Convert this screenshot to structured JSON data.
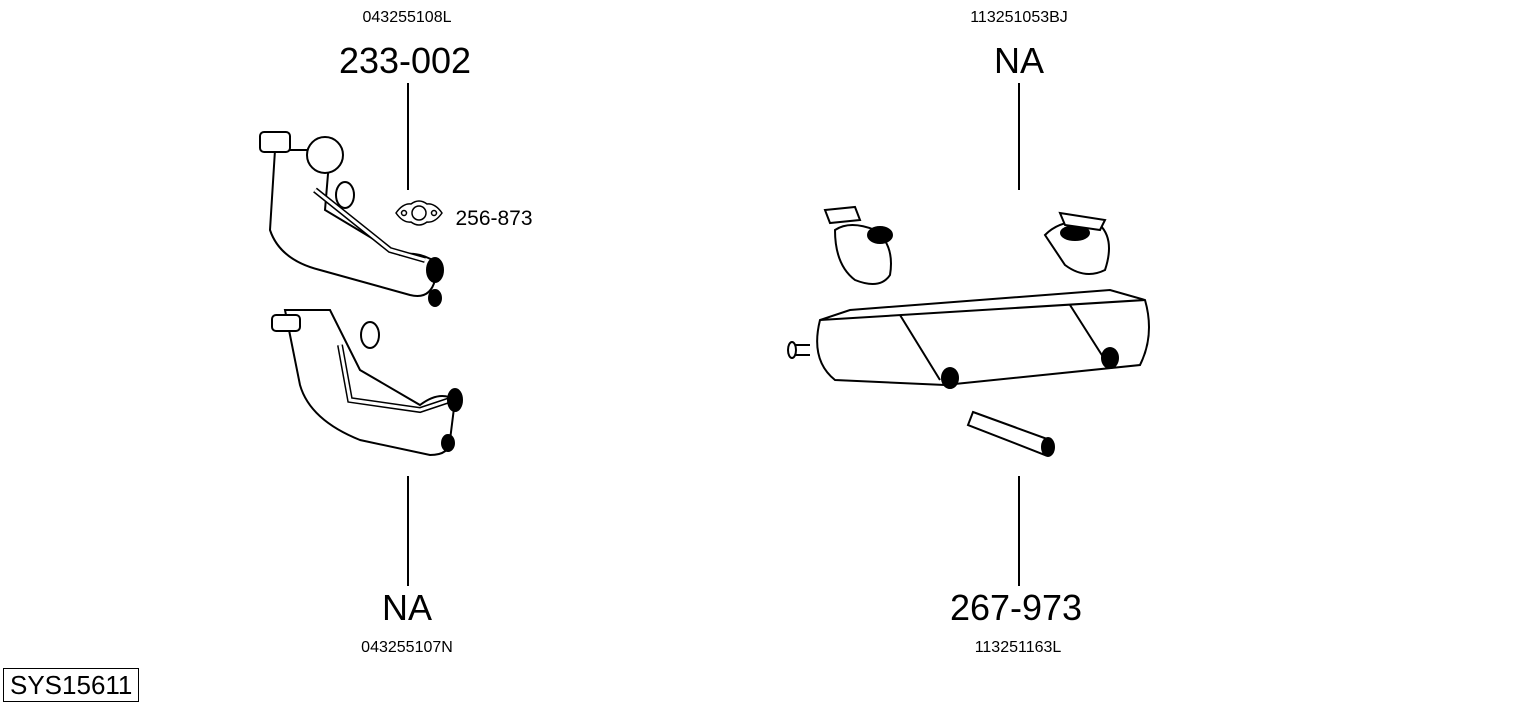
{
  "parts": [
    {
      "oem": "043255108L",
      "number": "233-002"
    },
    {
      "oem": "043255107N",
      "number": "NA"
    },
    {
      "oem": "113251053BJ",
      "number": "NA"
    },
    {
      "oem": "113251163L",
      "number": "267-973"
    }
  ],
  "gasket": {
    "number": "256-873"
  },
  "system_id": "SYS15611"
}
